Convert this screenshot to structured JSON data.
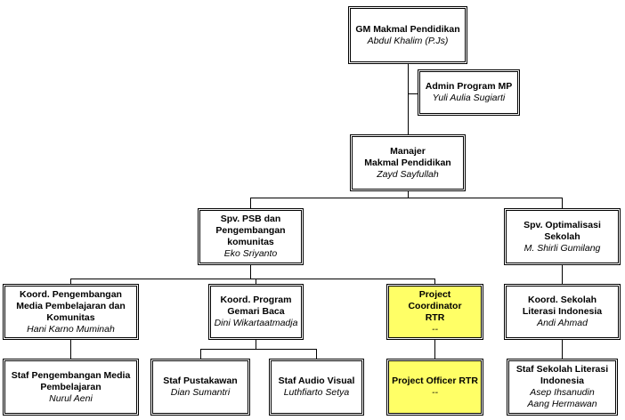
{
  "nodes": [
    {
      "id": "gm",
      "role": "GM Makmal Pendidikan",
      "person": "Abdul Khalim (P.Js)",
      "highlight": false
    },
    {
      "id": "admin",
      "role": "Admin Program MP",
      "person": "Yuli Aulia Sugiarti",
      "highlight": false
    },
    {
      "id": "manajer",
      "role": "Manajer\nMakmal Pendidikan",
      "person": "Zayd Sayfullah",
      "highlight": false
    },
    {
      "id": "spv-psb",
      "role": "Spv. PSB dan\nPengembangan\nkomunitas",
      "person": "Eko Sriyanto",
      "highlight": false
    },
    {
      "id": "spv-opt",
      "role": "Spv. Optimalisasi\nSekolah",
      "person": "M. Shirli Gumilang",
      "highlight": false
    },
    {
      "id": "koord-media",
      "role": "Koord. Pengembangan\nMedia Pembelajaran dan\nKomunitas",
      "person": "Hani Karno Muminah",
      "highlight": false
    },
    {
      "id": "koord-gemari",
      "role": "Koord. Program\nGemari Baca",
      "person": "Dini Wikartaatmadja",
      "highlight": false
    },
    {
      "id": "proj-coord",
      "role": "Project Coordinator\nRTR",
      "person": "--",
      "highlight": true
    },
    {
      "id": "koord-sekolah",
      "role": "Koord. Sekolah\nLiterasi Indonesia",
      "person": "Andi Ahmad",
      "highlight": false
    },
    {
      "id": "staf-media",
      "role": "Staf Pengembangan Media\nPembelajaran",
      "person": "Nurul Aeni",
      "highlight": false
    },
    {
      "id": "staf-pustaka",
      "role": "Staf Pustakawan",
      "person": "Dian Sumantri",
      "highlight": false
    },
    {
      "id": "staf-audio",
      "role": "Staf Audio Visual",
      "person": "Luthfiarto Setya",
      "highlight": false
    },
    {
      "id": "proj-officer",
      "role": "Project Officer RTR",
      "person": "--",
      "highlight": true
    },
    {
      "id": "staf-sekolah",
      "role": "Staf Sekolah Literasi\nIndonesia",
      "person": "Asep Ihsanudin\nAang Hermawan",
      "highlight": false
    }
  ],
  "colors": {
    "highlight": "#ffff66",
    "box": "#ffffff",
    "line": "#000000"
  }
}
